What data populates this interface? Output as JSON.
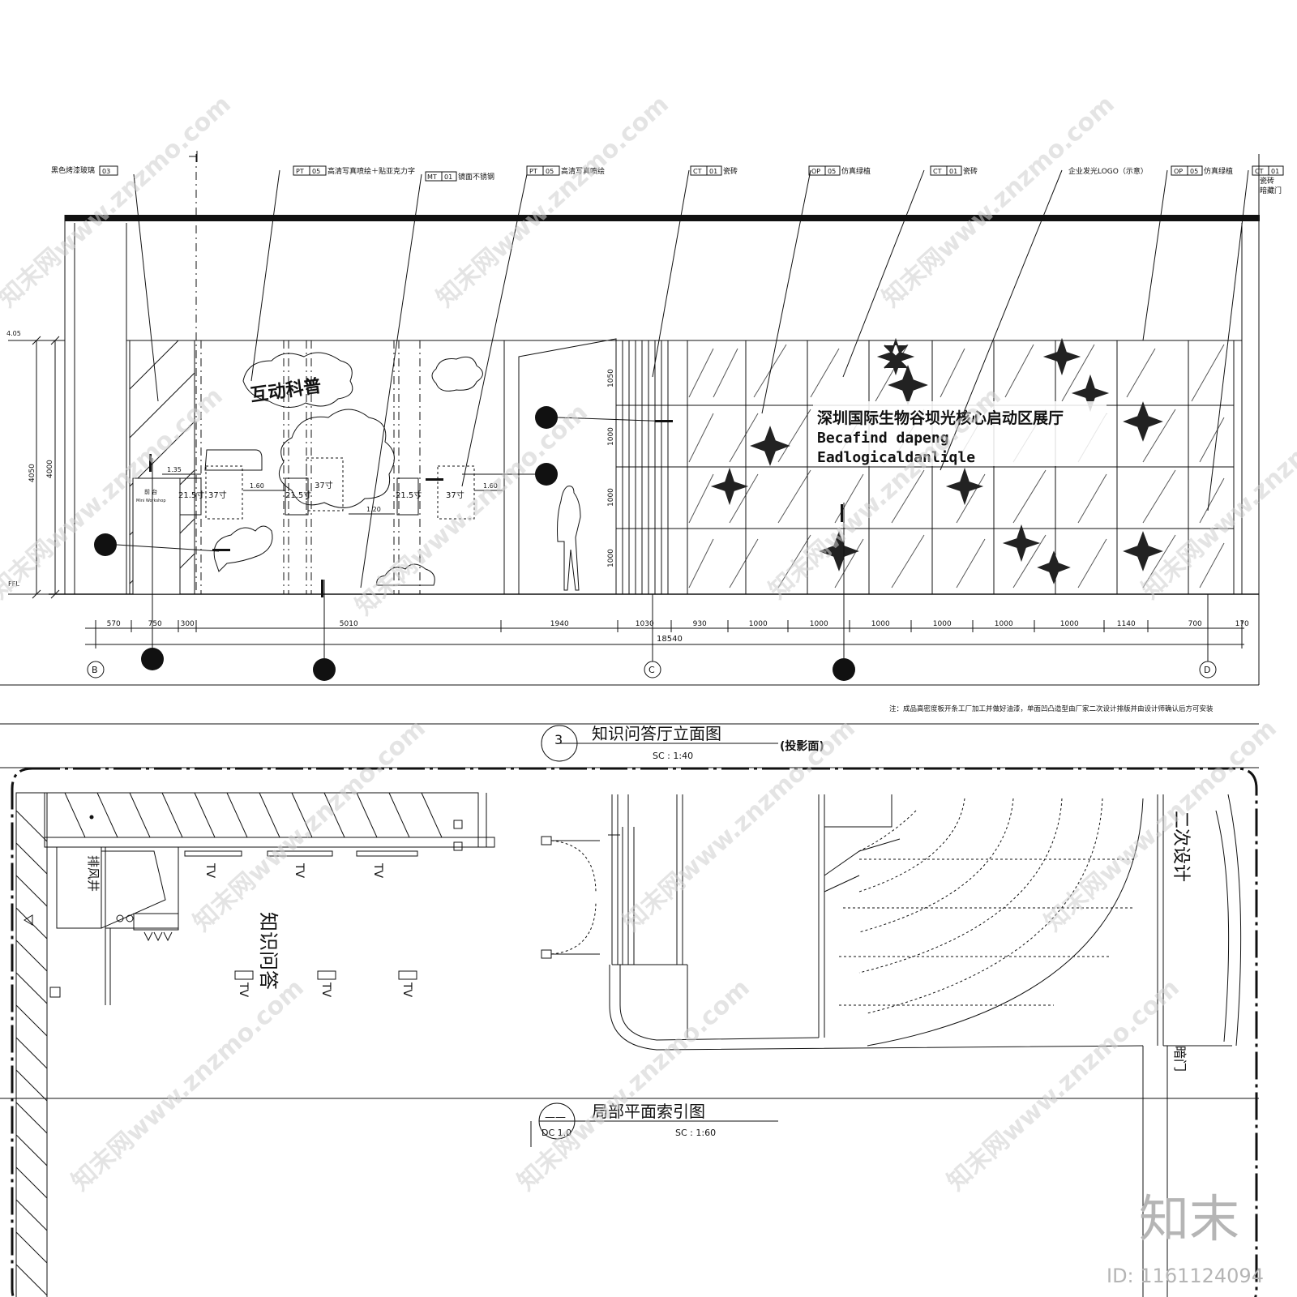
{
  "elevation": {
    "callouts": [
      {
        "text": "黑色烤漆玻璃",
        "code": "03"
      },
      {
        "code": "PT",
        "num": "05",
        "text": "高清写真喷绘＋贴亚克力字"
      },
      {
        "code": "MT",
        "num": "01",
        "text": "镜面不锈钢"
      },
      {
        "code": "PT",
        "num": "05",
        "text": "高清写真喷绘"
      },
      {
        "code": "CT",
        "num": "01",
        "text": "瓷砖"
      },
      {
        "code": "OP",
        "num": "05",
        "text": "仿真绿植"
      },
      {
        "code": "CT",
        "num": "01",
        "text": "瓷砖"
      },
      {
        "text": "企业发光LOGO（示意）"
      },
      {
        "code": "OP",
        "num": "05",
        "text": "仿真绿植"
      },
      {
        "code": "CT",
        "num": "01",
        "text": "瓷砖"
      },
      {
        "text": "暗藏门"
      }
    ],
    "wall_text": [
      "深圳国际生物谷坝光核心启动区展厅",
      "Becafind dapeng",
      "Eadlogicaldanliqle"
    ],
    "signage": "互动科普",
    "small_sign": [
      "前 台",
      "Mini Workshop"
    ],
    "screens": [
      "21.5寸",
      "37寸",
      "21.5寸",
      "37寸",
      "21.5寸",
      "37寸"
    ],
    "small_dims": [
      "1.35",
      "1.60",
      "1.20",
      "1.60"
    ],
    "left_dims": [
      "4.05",
      "4050",
      "4000",
      "FFL"
    ],
    "right_dims": [
      "1050",
      "1000",
      "1000",
      "1000"
    ],
    "bottom_dims": [
      "570",
      "750",
      "300",
      "5010",
      "1940",
      "1030",
      "930",
      "1000",
      "1000",
      "1000",
      "1000",
      "1000",
      "1000",
      "1140",
      "700",
      "170"
    ],
    "total_dim": "18540",
    "grid_marks": [
      "B",
      "C",
      "D"
    ],
    "note": "注：成品高密度板开条工厂加工并做好油漆，单面凹凸造型由厂家二次设计排版并由设计师确认后方可安装",
    "title_number": "3",
    "title": "知识问答厅立面图",
    "title_suffix": "(投影面)",
    "scale": "SC :    1:40"
  },
  "plan": {
    "labels": {
      "shaft": "排风井",
      "room": "知识问答",
      "second_design": "二次设计",
      "hidden_door": "暗门",
      "tv": "TV"
    },
    "title_number": "——",
    "title_sub": "DC 1.0",
    "title": "局部平面索引图",
    "scale": "SC :    1:60"
  },
  "watermark": {
    "brand": "知末",
    "id_text": "ID: 1161124094",
    "tile": "知末网www.znzmo.com"
  }
}
